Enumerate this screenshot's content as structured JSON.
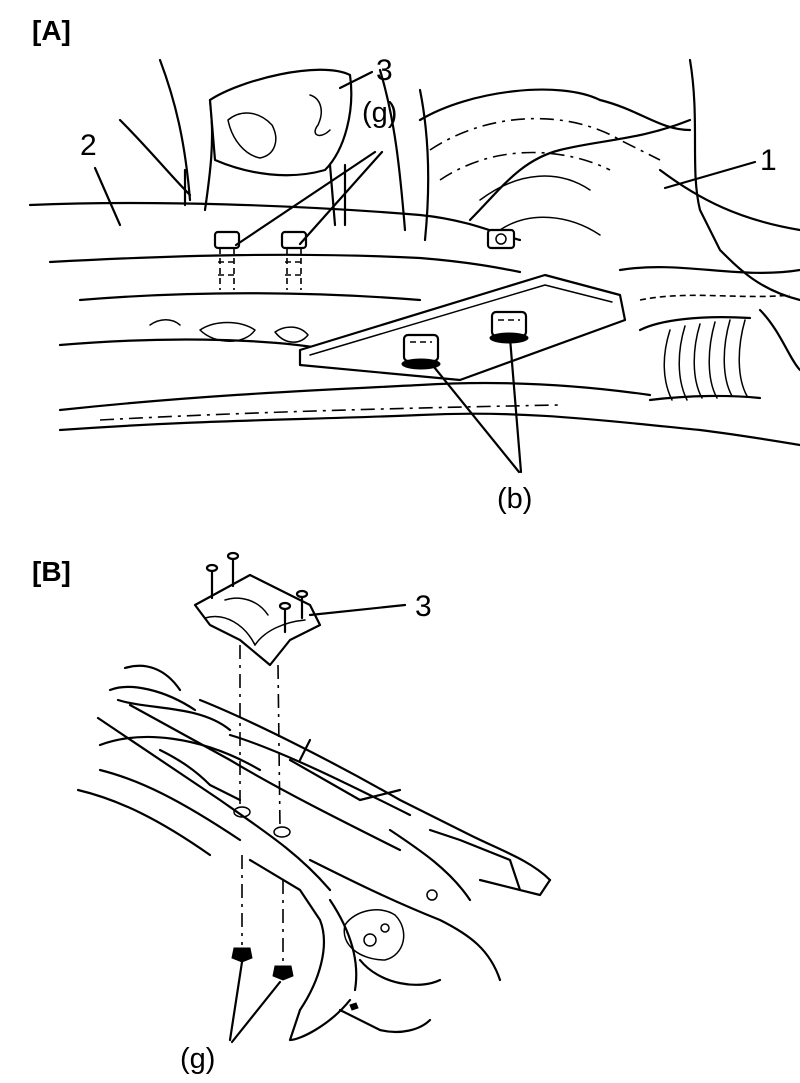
{
  "panel_a": {
    "label": "[A]",
    "callouts": {
      "c1": "1",
      "c2": "2",
      "c3": "3",
      "g": "(g)",
      "b": "(b)"
    }
  },
  "panel_b": {
    "label": "[B]",
    "callouts": {
      "c3": "3",
      "g": "(g)"
    }
  },
  "colors": {
    "ink": "#000000",
    "paper": "#ffffff"
  }
}
